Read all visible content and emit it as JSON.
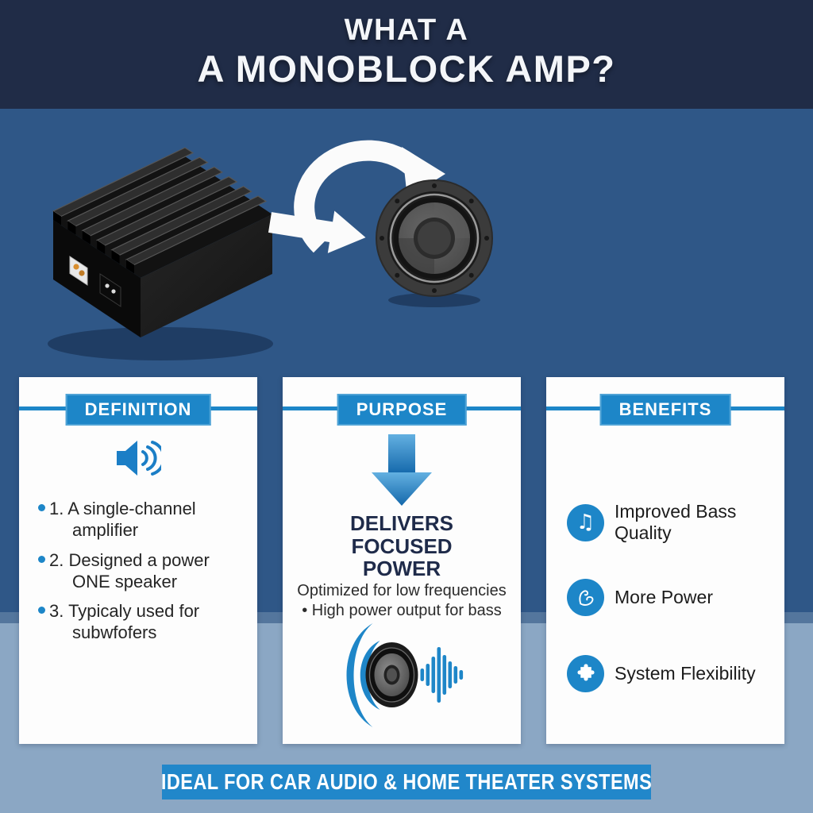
{
  "header": {
    "title_line1": "WHAT A",
    "title_line2": "A MONOBLOCK AMP?"
  },
  "hero": {
    "icons": [
      "monoblock-amplifier-illustration",
      "straight-arrow-icon",
      "curved-arrow-icon",
      "subwoofer-speaker-illustration"
    ]
  },
  "cards": {
    "definition": {
      "title": "DEFINITION",
      "icon": "speaker-volume-icon",
      "items": [
        "1. A single-channel amplifier",
        "2. Designed a power ONE speaker",
        "3. Typicaly used for subwfofers"
      ]
    },
    "purpose": {
      "title": "PURPOSE",
      "icon": "down-arrow-icon",
      "headline": "DELIVERS\nFOCUSED\nPOWER",
      "sub1": "Optimized for low frequencies",
      "sub2": "• High power output for bass",
      "illustration": "bass-speaker-soundwave-illustration"
    },
    "benefits": {
      "title": "BENEFITS",
      "items": [
        {
          "icon": "music-note-icon",
          "label": "Improved Bass Quality"
        },
        {
          "icon": "muscle-icon",
          "label": "More Power"
        },
        {
          "icon": "puzzle-icon",
          "label": "System Flexibility"
        }
      ]
    }
  },
  "footer": {
    "banner": "IDEAL FOR CAR AUDIO & HOME THEATER SYSTEMS"
  },
  "colors": {
    "header_bg": "#202c47",
    "hero_bg": "#2f5787",
    "light_bg": "#8ba7c4",
    "accent_blue": "#1d86c8",
    "banner_bg": "#2187ca",
    "headline_navy": "#1f2b4a",
    "card_bg": "#fdfdfd"
  }
}
